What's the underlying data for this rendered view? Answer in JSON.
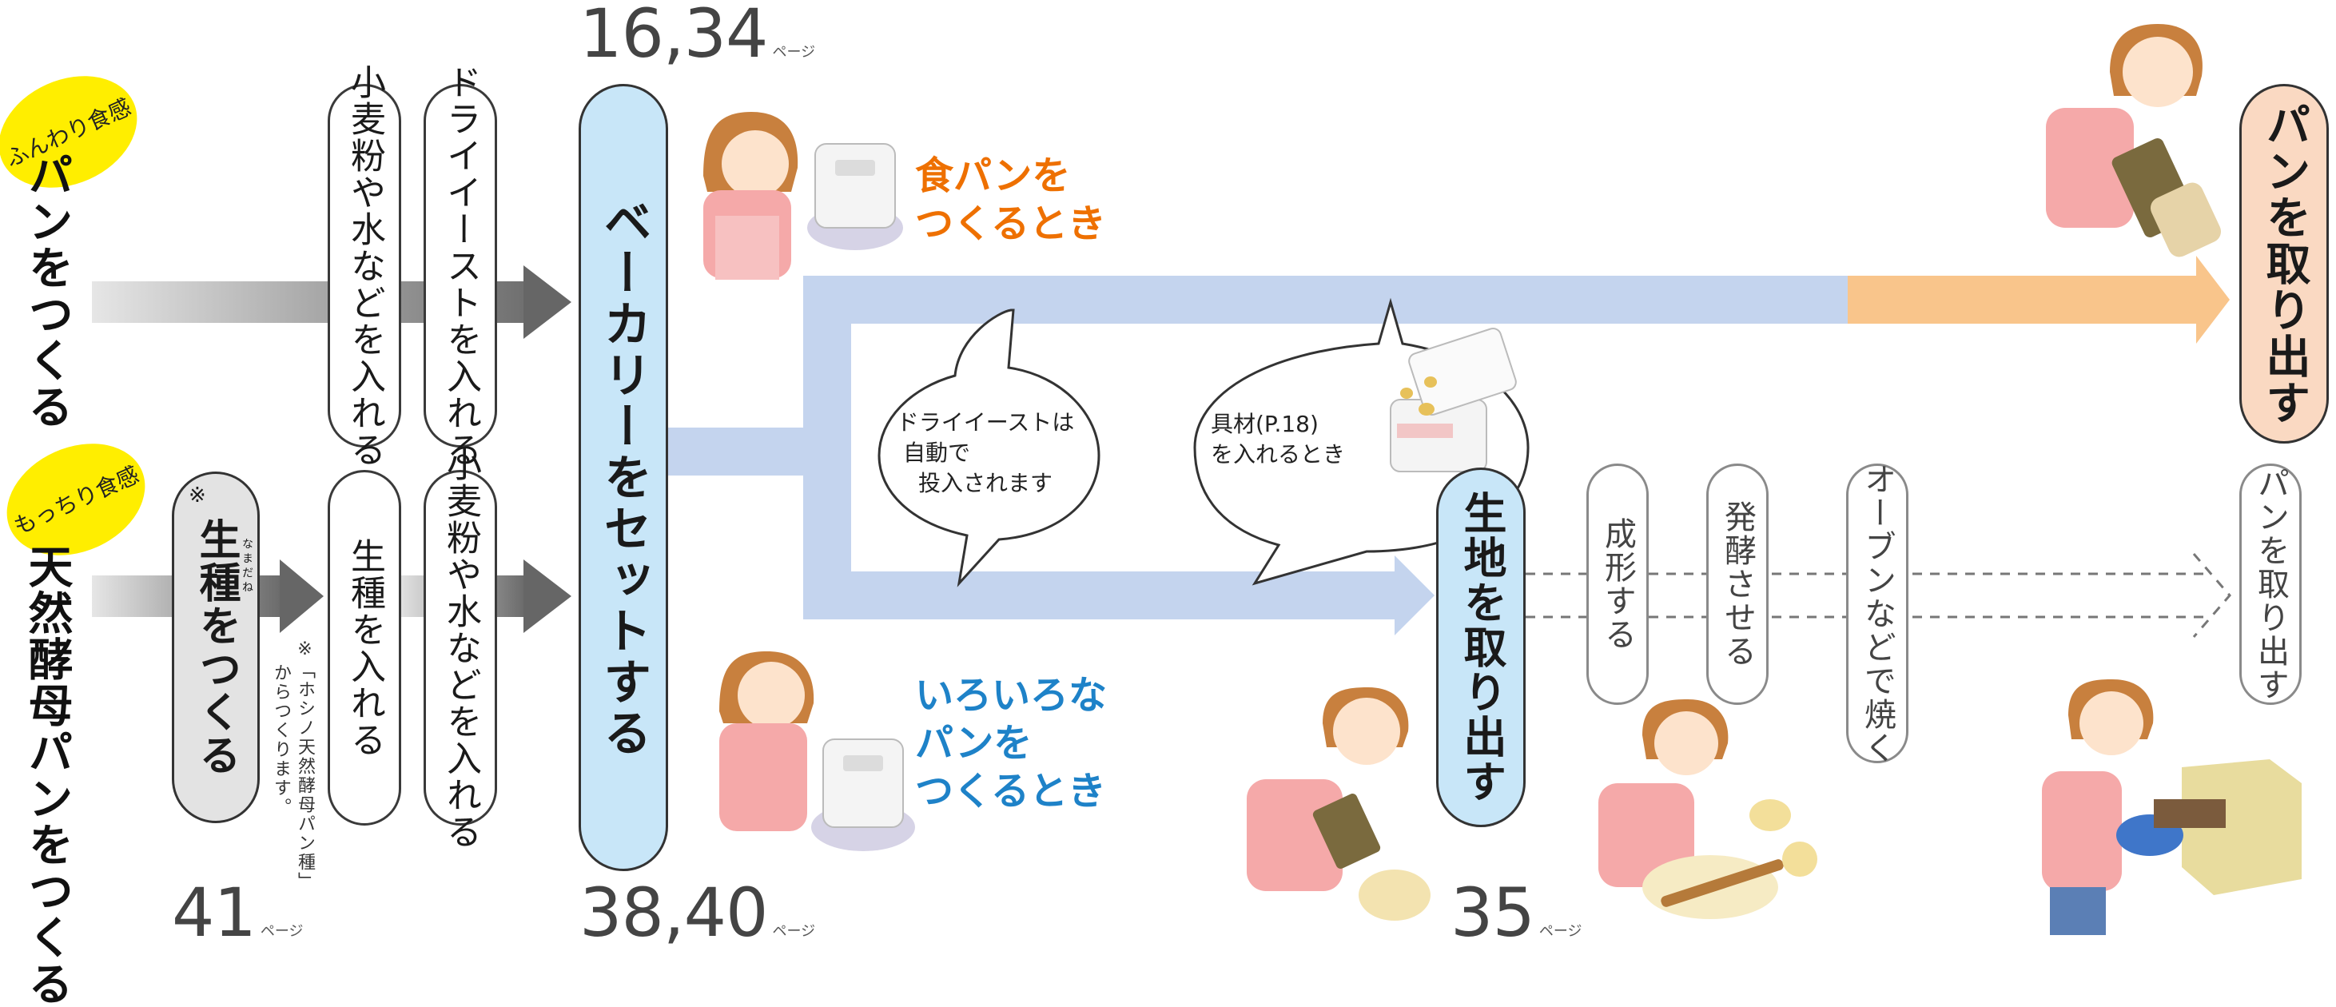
{
  "left": {
    "top_row": {
      "badge": "ふんわり食感",
      "title": "パンをつくる"
    },
    "bottom_row": {
      "badge": "もっちり食感",
      "title": "天然酵母パンをつくる"
    }
  },
  "steps": {
    "flour_water_top": "小麦粉や水などを入れる",
    "dry_yeast": "ドライイーストを入れる",
    "starter_mark": "※",
    "make_starter": "生種をつくる",
    "make_starter_ruby": "なまだね",
    "add_starter": "生種を入れる",
    "flour_water_bottom": "小麦粉や水などを入れる",
    "set_bakery": "ベーカリーをセットする",
    "take_out_bread": "パンを取り出す",
    "take_out_dough": "生地を取り出す",
    "shape": "成形する",
    "ferment": "発酵させる",
    "bake_oven": "オーブンなどで焼く",
    "take_out_bread_2": "パンを取り出す"
  },
  "note": {
    "mark": "※",
    "line1": "「ホシノ天然酵母パン種」",
    "line2": "からつくります。"
  },
  "headings": {
    "shokupan": [
      "食パンを",
      "つくるとき"
    ],
    "various": [
      "いろいろな",
      "パンを",
      "つくるとき"
    ]
  },
  "bubbles": {
    "yeast": [
      "ドライイーストは",
      "自動で",
      "投入されます"
    ],
    "ingredients": [
      "具材(P.18)",
      "を入れるとき"
    ]
  },
  "pages": {
    "p1634": "16,34",
    "p3840": "38,40",
    "p41": "41",
    "p35": "35",
    "suffix": "ページ"
  },
  "colors": {
    "orange": "#ee7000",
    "blue": "#1e82c8",
    "yellow": "#ffee00",
    "light_blue": "#c8e6f8",
    "flow_blue": "#c4d4ee",
    "flow_orange": "#f9c58b"
  }
}
